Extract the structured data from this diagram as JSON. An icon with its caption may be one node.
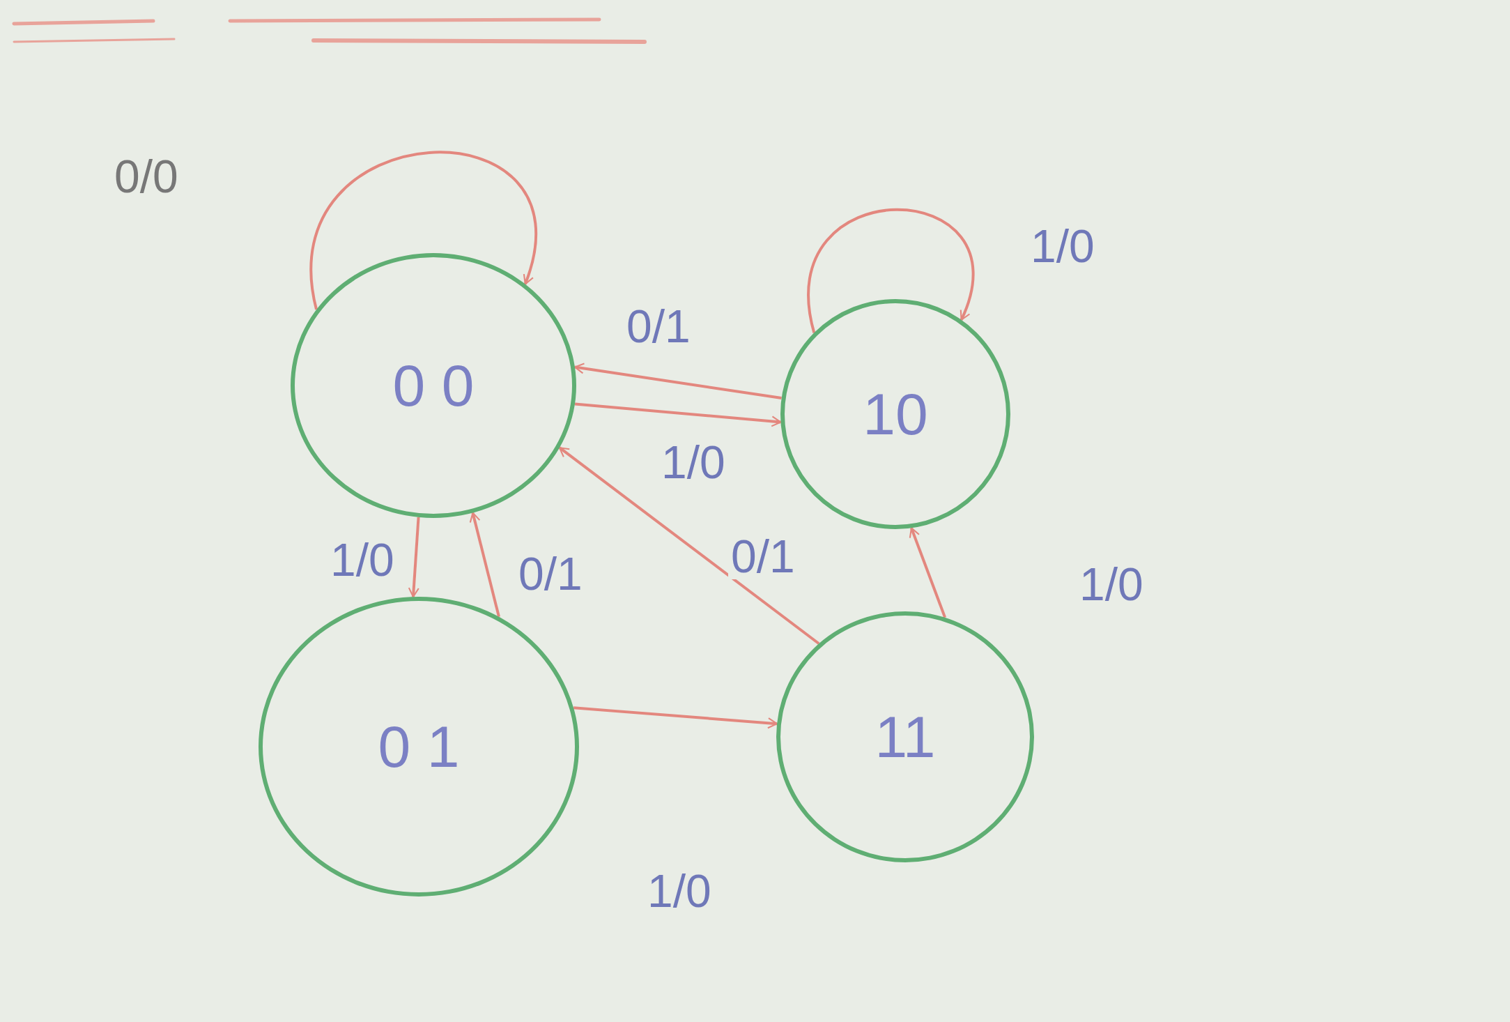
{
  "diagram": {
    "nodes": [
      {
        "text": [
          "0 0"
        ]
      },
      {
        "text": [
          "10"
        ]
      },
      {
        "text": [
          "0 1"
        ]
      },
      {
        "text": [
          "11"
        ]
      }
    ],
    "edges": [
      {
        "from": 0,
        "to": 0,
        "arrow": "to",
        "label": "0/0"
      },
      {
        "from": 1,
        "to": 1,
        "arrow": "to",
        "label": "1/0"
      },
      {
        "from": 1,
        "to": 0,
        "arrow": "to",
        "label": "0/1"
      },
      {
        "from": 0,
        "to": 1,
        "arrow": "to",
        "label": "1/0"
      },
      {
        "from": 3,
        "to": 0,
        "arrow": "to",
        "label": "0/1"
      },
      {
        "from": 0,
        "to": 2,
        "arrow": "to",
        "label": "1/0"
      },
      {
        "from": 2,
        "to": 0,
        "arrow": "to",
        "label": "0/1"
      },
      {
        "from": 2,
        "to": 3,
        "arrow": "to",
        "label": "1/0"
      },
      {
        "from": 3,
        "to": 1,
        "arrow": "to",
        "label": "1/0"
      }
    ]
  }
}
